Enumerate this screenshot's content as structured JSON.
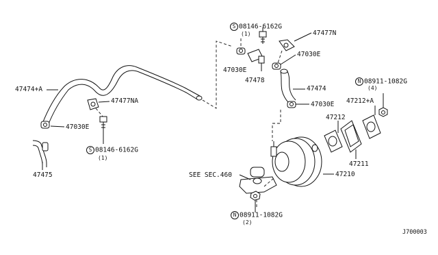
{
  "labels": {
    "p47474a": "47474+A",
    "p47477na": "47477NA",
    "p47030e_left": "47030E",
    "p08146_left": "08146-6162G",
    "p08146_left_qty": "(1)",
    "p47475": "47475",
    "p08146_top": "08146-6162G",
    "p08146_top_qty": "(1)",
    "p47477n": "47477N",
    "p47030e_mid": "47030E",
    "p47030e_top": "47030E",
    "p47478": "47478",
    "p47474": "47474",
    "p47030e_right": "47030E",
    "p08911_top": "08911-1082G",
    "p08911_top_qty": "(4)",
    "p47212a": "47212+A",
    "p47212": "47212",
    "p47211": "47211",
    "p47210": "47210",
    "see_sec": "SEE SEC.460",
    "p08911_bottom": "08911-1082G",
    "p08911_bottom_qty": "(2)",
    "diagram_code": "J700003"
  },
  "symbols": {
    "s": "S",
    "n": "N"
  }
}
